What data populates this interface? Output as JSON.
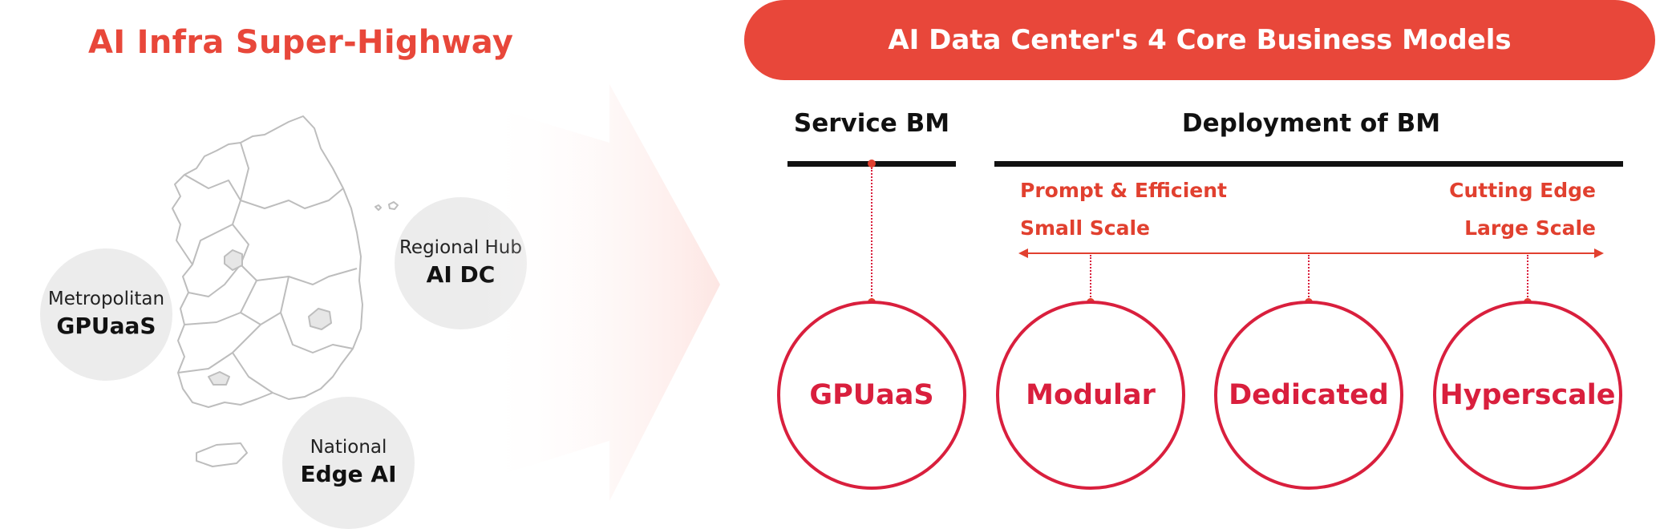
{
  "left": {
    "title": "AI Infra Super-Highway",
    "bubbles": [
      {
        "line1": "Metropolitan",
        "line2": "GPUaaS"
      },
      {
        "line1": "Regional Hub",
        "line2": "AI DC"
      },
      {
        "line1": "National",
        "line2": "Edge AI"
      }
    ]
  },
  "right": {
    "banner": "AI Data Center's 4 Core Business Models",
    "service_heading": "Service BM",
    "deployment_heading": "Deployment of BM",
    "scale": {
      "left_top": "Prompt & Efficient",
      "left_bottom": "Small Scale",
      "right_top": "Cutting Edge",
      "right_bottom": "Large Scale"
    },
    "models": [
      "GPUaaS",
      "Modular",
      "Dedicated",
      "Hyperscale"
    ]
  },
  "colors": {
    "accent": "#e8473a",
    "circle": "#d91f3d",
    "bubble": "#ececec"
  }
}
